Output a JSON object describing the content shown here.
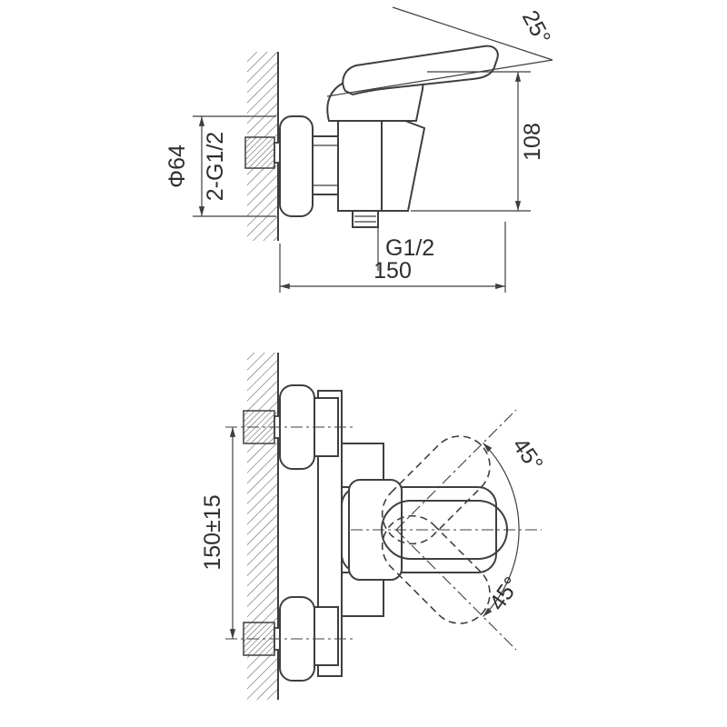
{
  "colors": {
    "line": "#3f3f3f",
    "text": "#2e2e2e",
    "background": "#ffffff"
  },
  "top_view": {
    "handle_angle": "25°",
    "height": "108",
    "flange_diameter": "Φ64",
    "wall_inlet_thread": "2-G1/2",
    "outlet_thread": "G1/2",
    "depth": "150"
  },
  "front_view": {
    "inlet_spacing": "150±15",
    "handle_swing_upper": "45°",
    "handle_swing_lower": "45°"
  }
}
